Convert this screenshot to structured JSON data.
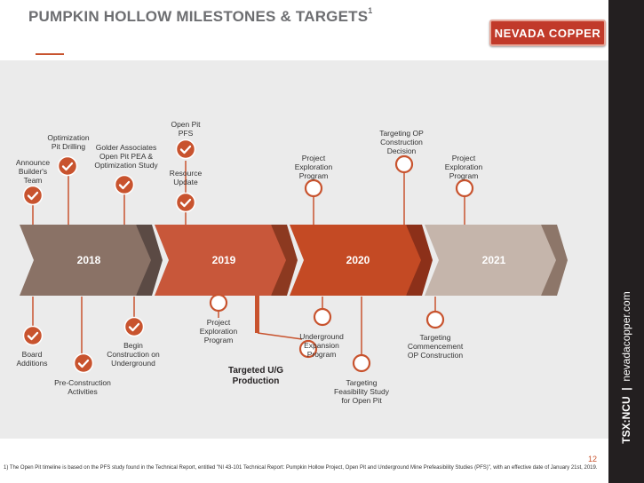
{
  "header": {
    "title": "PUMPKIN HOLLOW MILESTONES & TARGETS",
    "title_sup": "1"
  },
  "logo": {
    "text": "NEVADA COPPER"
  },
  "sidebar": {
    "ticker": "TSX:NCU",
    "separator": "|",
    "website": "nevadacopper.com"
  },
  "years": [
    "2018",
    "2019",
    "2020",
    "2021"
  ],
  "milestones_top": [
    {
      "label": "Announce\nBuilder's\nTeam",
      "done": true
    },
    {
      "label": "Optimization\nPit Drilling",
      "done": true
    },
    {
      "label": "Golder Associates\nOpen Pit PEA &\nOptimization Study",
      "done": true
    },
    {
      "label": "Open Pit\nPFS",
      "done": true
    },
    {
      "label": "Resource\nUpdate",
      "done": true
    },
    {
      "label": "Project\nExploration\nProgram",
      "done": false
    },
    {
      "label": "Targeting OP\nConstruction\nDecision",
      "done": false
    },
    {
      "label": "Project\nExploration\nProgram",
      "done": false
    }
  ],
  "milestones_bottom": [
    {
      "label": "Board\nAdditions",
      "done": true
    },
    {
      "label": "Pre-Construction\nActivities",
      "done": true
    },
    {
      "label": "Begin\nConstruction on\nUnderground",
      "done": true
    },
    {
      "label": "Project\nExploration\nProgram",
      "done": false
    },
    {
      "label": "Targeted U/G\nProduction",
      "done": false
    },
    {
      "label": "Underground\nExpansion\nProgram",
      "done": false
    },
    {
      "label": "Targeting\nFeasibility Study\nfor Open Pit",
      "done": false
    },
    {
      "label": "Targeting\nCommencement\nOP Construction",
      "done": false
    }
  ],
  "footnote": "1) The Open Pit timeline is based on the PFS study found in the Technical Report, entitled \"NI 43-101 Technical Report: Pumpkin Hollow Project, Open Pit and Underground Mine Prefeasibility Studies (PFS)\", with an effective date of January 21st, 2019.",
  "page_number": "12",
  "colors": {
    "accent": "#c8532e",
    "year2018": "#8a7266",
    "year2019": "#c8573a",
    "year2020": "#c44a24",
    "year2021": "#c5b5ab",
    "sidebar": "#231f20"
  }
}
